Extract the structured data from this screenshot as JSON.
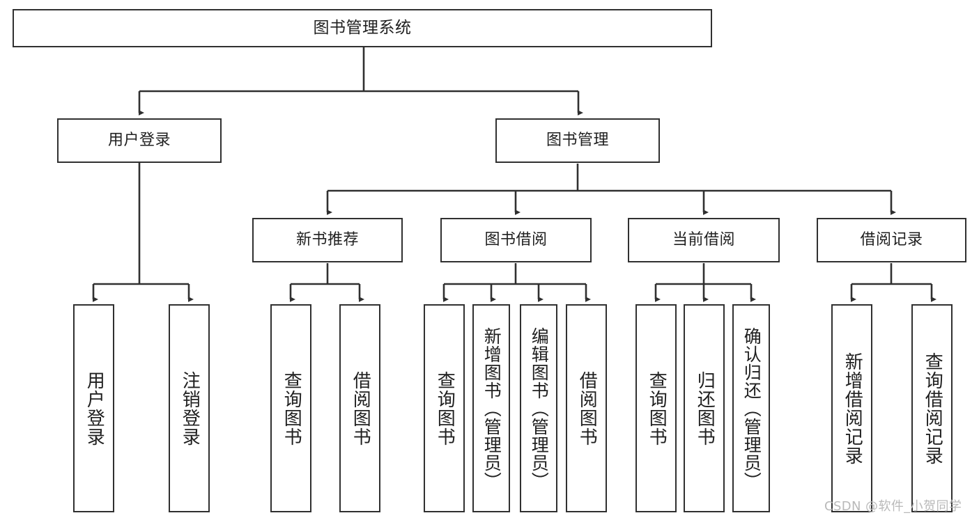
{
  "diagram": {
    "title": "图书管理系统",
    "type": "tree-hierarchy-diagram",
    "watermark": "CSDN @软件_小贺同学",
    "colors": {
      "stroke": "#303030",
      "fill": "#ffffff",
      "text": "#202020",
      "watermark": "#b9b9b9"
    },
    "root": {
      "label": "图书管理系统"
    },
    "level2": [
      {
        "label": "用户登录"
      },
      {
        "label": "图书管理"
      }
    ],
    "level3": [
      {
        "label": "新书推荐"
      },
      {
        "label": "图书借阅"
      },
      {
        "label": "当前借阅"
      },
      {
        "label": "借阅记录"
      }
    ],
    "leaves": {
      "user_login": [
        {
          "label": "用户登录"
        },
        {
          "label": "注销登录"
        }
      ],
      "new_book_recommend": [
        {
          "label": "查询图书"
        },
        {
          "label": "借阅图书"
        }
      ],
      "book_borrow": [
        {
          "label": "查询图书"
        },
        {
          "label": "新增图书（管理员）"
        },
        {
          "label": "编辑图书（管理员）"
        },
        {
          "label": "借阅图书"
        }
      ],
      "current_borrow": [
        {
          "label": "查询图书"
        },
        {
          "label": "归还图书"
        },
        {
          "label": "确认归还（管理员）"
        }
      ],
      "borrow_record": [
        {
          "label": "新增借阅记录"
        },
        {
          "label": "查询借阅记录"
        }
      ]
    }
  }
}
